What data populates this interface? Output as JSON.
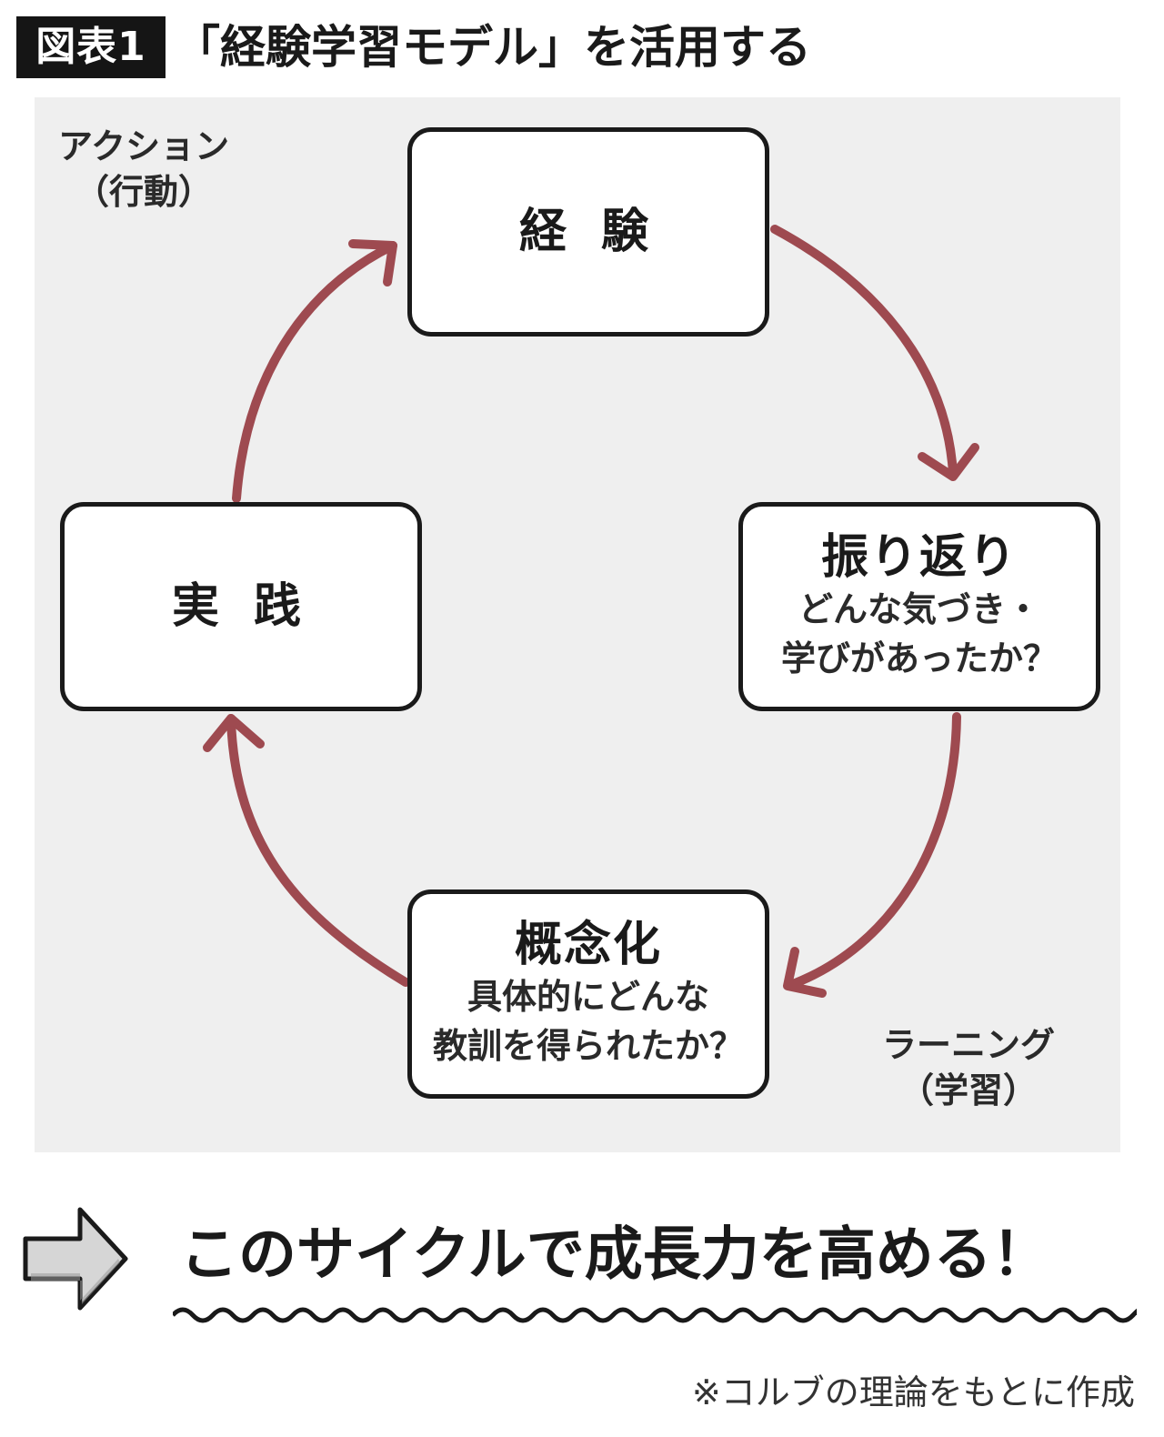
{
  "header": {
    "figure_label": "図表1",
    "title": "「経験学習モデル」を活用する"
  },
  "diagram": {
    "nodes": {
      "experience": {
        "title": "経 験"
      },
      "reflection": {
        "title": "振り返り",
        "sub_line1": "どんな気づき・",
        "sub_line2": "学びがあったか？"
      },
      "conceptualization": {
        "title": "概念化",
        "sub_line1": "具体的にどんな",
        "sub_line2": "教訓を得られたか？"
      },
      "practice": {
        "title": "実 践"
      }
    },
    "corner_labels": {
      "action": {
        "line1": "アクション",
        "line2": "（行動）"
      },
      "learning": {
        "line1": "ラーニング",
        "line2": "（学習）"
      }
    },
    "colors": {
      "arrow": "#9e4a50",
      "background": "#efefef",
      "box_border": "#1a1a1a"
    }
  },
  "footer": {
    "slogan": "このサイクルで成長力を高める！",
    "source_note": "※コルブの理論をもとに作成"
  }
}
